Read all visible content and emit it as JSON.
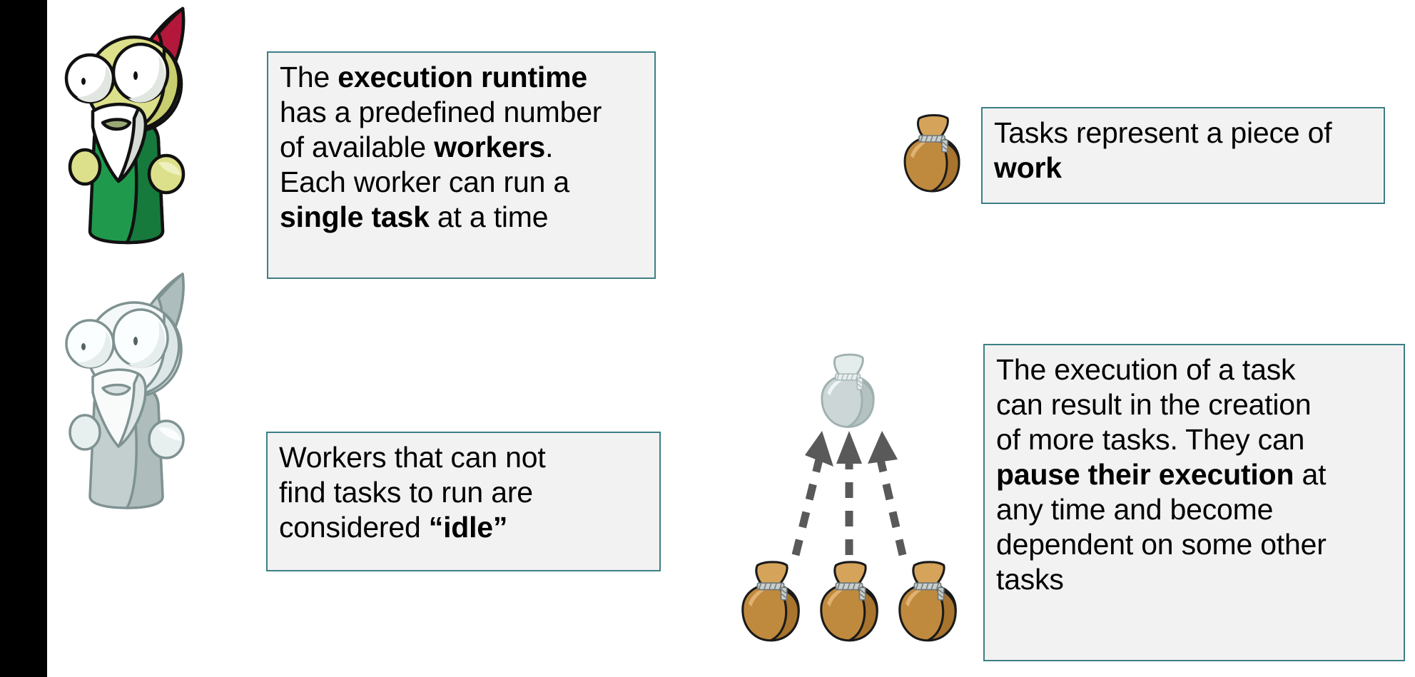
{
  "slide": {
    "background_color": "#ffffff",
    "left_bar_color": "#000000",
    "callout_border_color": "#3c7f86",
    "callout_fill_color": "#f2f2f2"
  },
  "callouts": {
    "runtime": {
      "name": "execution-runtime-callout",
      "lines": [
        [
          {
            "text": "The ",
            "bold": false
          },
          {
            "text": "execution runtime",
            "bold": true
          }
        ],
        [
          {
            "text": "has a predefined number",
            "bold": false
          }
        ],
        [
          {
            "text": "of available ",
            "bold": false
          },
          {
            "text": "workers",
            "bold": true
          },
          {
            "text": ".",
            "bold": false
          }
        ],
        [
          {
            "text": "Each worker can run a",
            "bold": false
          }
        ],
        [
          {
            "text": "single task",
            "bold": true
          },
          {
            "text": " at a time",
            "bold": false
          }
        ]
      ]
    },
    "work": {
      "name": "tasks-work-callout",
      "lines": [
        [
          {
            "text": "Tasks represent a piece of",
            "bold": false
          }
        ],
        [
          {
            "text": "work",
            "bold": true
          }
        ]
      ]
    },
    "idle": {
      "name": "idle-workers-callout",
      "lines": [
        [
          {
            "text": "Workers that can not",
            "bold": false
          }
        ],
        [
          {
            "text": "find tasks to run are",
            "bold": false
          }
        ],
        [
          {
            "text": "considered ",
            "bold": false
          },
          {
            "text": "“idle”",
            "bold": true
          }
        ]
      ]
    },
    "spawn": {
      "name": "task-spawning-callout",
      "lines": [
        [
          {
            "text": "The execution of a task",
            "bold": false
          }
        ],
        [
          {
            "text": "can result in the creation",
            "bold": false
          }
        ],
        [
          {
            "text": "of more tasks. They can",
            "bold": false
          }
        ],
        [
          {
            "text": "pause their execution",
            "bold": true
          },
          {
            "text": " at",
            "bold": false
          }
        ],
        [
          {
            "text": "any time and become",
            "bold": false
          }
        ],
        [
          {
            "text": "dependent on some other",
            "bold": false
          }
        ],
        [
          {
            "text": "tasks",
            "bold": false
          }
        ]
      ]
    }
  },
  "graphics": {
    "gnome_active": {
      "name": "gnome-worker-active-icon",
      "hat_color": "#d01c3c",
      "hat_shade": "#b3173a",
      "face_color": "#dde08a",
      "face_shade": "#c8cd6e",
      "robe_color": "#1f9a4d",
      "robe_shade": "#167a3c",
      "beard_color": "#ffffff",
      "beard_shade": "#d8dcd6",
      "outline_color": "#111111"
    },
    "gnome_idle": {
      "name": "gnome-worker-idle-icon",
      "hat_color": "#c4d0d0",
      "hat_shade": "#adbcbc",
      "face_color": "#f4f8f8",
      "face_shade": "#dde6e6",
      "robe_color": "#c3cfcf",
      "robe_shade": "#aebcbc",
      "beard_color": "#f9fbfb",
      "beard_shade": "#dfe7e7",
      "outline_color": "#7f9292"
    },
    "bag_task": {
      "name": "task-bag-icon",
      "fill_color": "#c08a3e",
      "fill_light": "#d5a45a",
      "fill_dark": "#a8742e",
      "rope_color": "#9aa0a0",
      "outline_color": "#1a1a1a"
    },
    "bag_paused": {
      "name": "paused-task-bag-icon",
      "fill_color": "#ccd6d6",
      "fill_light": "#e4ecec",
      "fill_dark": "#b4c2c2",
      "rope_color": "#b9c4c4",
      "outline_color": "#9fb0b0"
    },
    "dependency_arrows": {
      "name": "dependency-arrow",
      "count": 3,
      "color": "#595959",
      "style": "dashed",
      "direction": "upward"
    }
  }
}
